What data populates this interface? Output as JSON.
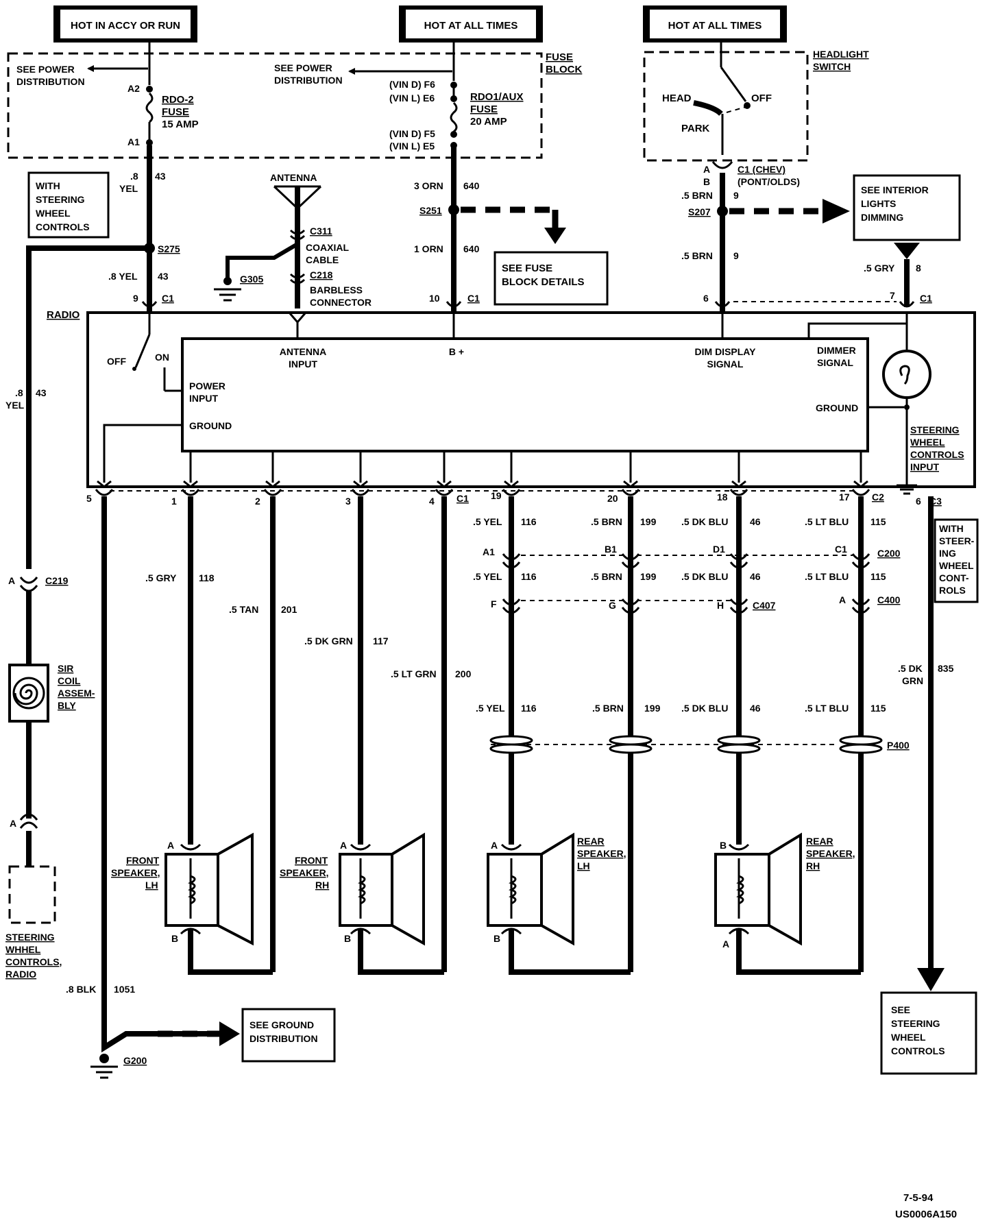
{
  "power_sources": {
    "accy_run": "HOT IN ACCY OR RUN",
    "fuse_always": "HOT AT ALL TIMES",
    "headlight_always": "HOT AT ALL TIMES"
  },
  "fuse_block": {
    "title_1": "FUSE",
    "title_2": "BLOCK",
    "see_power_dist_left_1": "SEE  POWER",
    "see_power_dist_left_2": "DISTRIBUTION",
    "see_power_dist_mid_1": "SEE  POWER",
    "see_power_dist_mid_2": "DISTRIBUTION",
    "rdo2_1": "RDO-2",
    "rdo2_2": "FUSE",
    "rdo2_3": "15 AMP",
    "rdo1_1": "RDO1/AUX",
    "rdo1_2": "FUSE",
    "rdo1_3": "20 AMP",
    "pin_a2": "A2",
    "pin_a1": "A1",
    "vin_d_f6": "(VIN  D)  F6",
    "vin_l_e6": "(VIN  L)  E6",
    "vin_d_f5": "(VIN  D)  F5",
    "vin_l_e5": "(VIN  L)  E5"
  },
  "headlight_switch": {
    "title_1": "HEADLIGHT",
    "title_2": "SWITCH",
    "head": "HEAD",
    "off": "OFF",
    "park": "PARK",
    "pin_a": "A",
    "pin_b": "B",
    "c1_chev": "C1 (CHEV)",
    "c1_pont": "(PONT/OLDS)"
  },
  "wires_top": {
    "w43_size": ".8",
    "w43_color": "YEL",
    "w43_num": "43",
    "orn3": "3 ORN",
    "n640a": "640",
    "orn1": "1 ORN",
    "n640b": "640",
    "brn9a": ".5 BRN",
    "n9a": "9",
    "brn9b": ".5 BRN",
    "n9b": "9",
    "gry8": ".5 GRY",
    "n8": "8",
    "yel43b": ".8 YEL",
    "n43b": "43",
    "left_size": ".8",
    "left_color": "YEL",
    "left_num": "43"
  },
  "splices": {
    "s275": "S275",
    "s251": "S251",
    "s207": "S207"
  },
  "notes": {
    "with_swc_1": "WITH",
    "with_swc_2": "STEERING",
    "with_swc_3": "WHEEL",
    "with_swc_4": "CONTROLS",
    "fuse_details_1": "SEE FUSE",
    "fuse_details_2": "BLOCK DETAILS",
    "interior_1": "SEE INTERIOR",
    "interior_2": "LIGHTS",
    "interior_3": "DIMMING",
    "ground_dist_1": "SEE GROUND",
    "ground_dist_2": "DISTRIBUTION",
    "see_swc_1": "SEE",
    "see_swc_2": "STEERING",
    "see_swc_3": "WHEEL",
    "see_swc_4": "CONTROLS",
    "with_steer_1": "WITH",
    "with_steer_2": "STEER-",
    "with_steer_3": "ING",
    "with_steer_4": "WHEEL",
    "with_steer_5": "CONT-",
    "with_steer_6": "ROLS"
  },
  "antenna": {
    "title": "ANTENNA",
    "c311": "C311",
    "coax_1": "COAXIAL",
    "coax_2": "CABLE",
    "c218": "C218",
    "barbless_1": "BARBLESS",
    "barbless_2": "CONNECTOR",
    "g305": "G305"
  },
  "radio": {
    "title": "RADIO",
    "off": "OFF",
    "on": "ON",
    "power_input_1": "POWER",
    "power_input_2": "INPUT",
    "ground_left": "GROUND",
    "antenna_input_1": "ANTENNA",
    "antenna_input_2": "INPUT",
    "b_plus": "B +",
    "dim_display_1": "DIM DISPLAY",
    "dim_display_2": "SIGNAL",
    "dimmer_1": "DIMMER",
    "dimmer_2": "SIGNAL",
    "ground_right": "GROUND",
    "swc_input_1": "STEERING",
    "swc_input_2": "WHEEL",
    "swc_input_3": "CONTROLS",
    "swc_input_4": "INPUT"
  },
  "top_pins": {
    "p9": "9",
    "c1a": "C1",
    "p10": "10",
    "c1b": "C1",
    "p6": "6",
    "p7": "7",
    "c1c": "C1"
  },
  "bottom_pins": {
    "p5": "5",
    "p1": "1",
    "p2": "2",
    "p3": "3",
    "p4": "4",
    "c1": "C1",
    "p19": "19",
    "p20": "20",
    "p18": "18",
    "p17": "17",
    "c2": "C2",
    "p6": "6",
    "c3": "C3"
  },
  "wires_bottom": {
    "gry118": ".5 GRY",
    "n118": "118",
    "tan201": ".5 TAN",
    "n201": "201",
    "dkgrn117": ".5 DK GRN",
    "n117": "117",
    "ltgrn200": ".5 LT GRN",
    "n200": "200",
    "yel116a": ".5 YEL",
    "n116a": "116",
    "brn199a": ".5 BRN",
    "n199a": "199",
    "dkblu46a": ".5 DK BLU",
    "n46a": "46",
    "ltblu115a": ".5 LT BLU",
    "n115a": "115",
    "yel116b": ".5 YEL",
    "n116b": "116",
    "brn199b": ".5 BRN",
    "n199b": "199",
    "dkblu46b": ".5 DK BLU",
    "n46b": "46",
    "ltblu115b": ".5 LT BLU",
    "n115b": "115",
    "yel116c": ".5 YEL",
    "n116c": "116",
    "brn199c": ".5 BRN",
    "n199c": "199",
    "dkblu46c": ".5 DK BLU",
    "n46c": "46",
    "ltblu115c": ".5 LT BLU",
    "n115c": "115",
    "dkgrn835_1": ".5 DK",
    "dkgrn835_2": "GRN",
    "n835": "835",
    "blk1051": ".8 BLK",
    "n1051": "1051"
  },
  "connectors": {
    "a1": "A1",
    "b1": "B1",
    "d1": "D1",
    "c1": "C1",
    "c200": "C200",
    "f": "F",
    "g": "G",
    "h": "H",
    "c407": "C407",
    "a400": "A",
    "c400": "C400",
    "p400": "P400",
    "a219": "A",
    "c219": "C219",
    "a_low": "A"
  },
  "sir_coil": {
    "l1": "SIR",
    "l2": "COIL",
    "l3": "ASSEM-",
    "l4": "BLY"
  },
  "steering_radio": {
    "l1": "STEERING",
    "l2": "WHHEL",
    "l3": "CONTROLS,",
    "l4": "RADIO"
  },
  "speakers": {
    "front_lh_1": "FRONT",
    "front_lh_2": "SPEAKER,",
    "front_lh_3": "LH",
    "front_rh_1": "FRONT",
    "front_rh_2": "SPEAKER,",
    "front_rh_3": "RH",
    "rear_lh_1": "REAR",
    "rear_lh_2": "SPEAKER,",
    "rear_lh_3": "LH",
    "rear_rh_1": "REAR",
    "rear_rh_2": "SPEAKER,",
    "rear_rh_3": "RH",
    "flh_a": "A",
    "flh_b": "B",
    "frh_a": "A",
    "frh_b": "B",
    "rlh_a": "A",
    "rlh_b": "B",
    "rrh_b": "B",
    "rrh_a": "A"
  },
  "ground": {
    "g200": "G200"
  },
  "footer": {
    "date": "7-5-94",
    "code": "US0006A150"
  }
}
